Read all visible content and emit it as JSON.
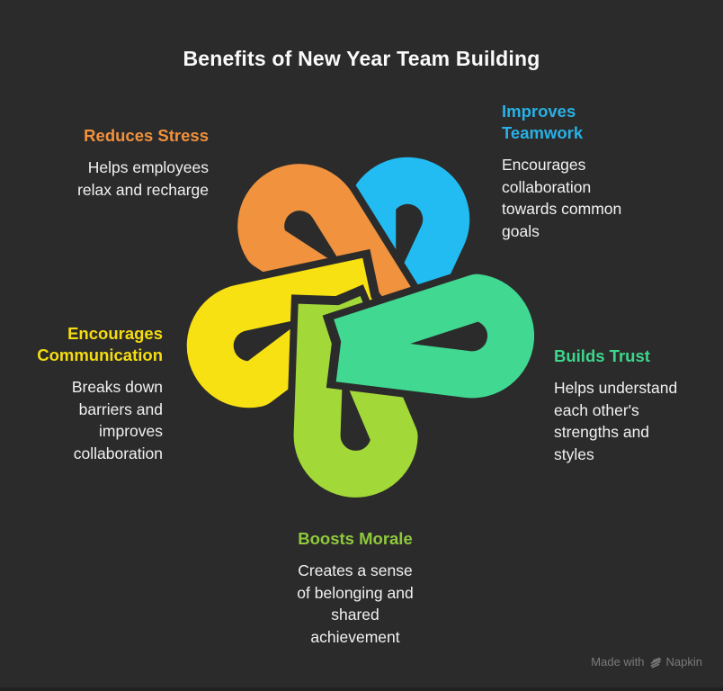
{
  "title": "Benefits of New Year Team Building",
  "colors": {
    "background": "#2B2B2B",
    "title_text": "#FAFAFA",
    "body_text": "#F1F1F1",
    "watermark": "#7B7B7B",
    "bottom_edge": "#212121"
  },
  "benefits": [
    {
      "id": "reduces-stress",
      "label": "Reduces Stress",
      "description": "Helps employees\nrelax and recharge",
      "color": "#F1913C",
      "position": "top-left"
    },
    {
      "id": "improves-teamwork",
      "label": "Improves\nTeamwork",
      "description": "Encourages\ncollaboration\ntowards common\ngoals",
      "color": "#28B1E6",
      "position": "top-right"
    },
    {
      "id": "builds-trust",
      "label": "Builds Trust",
      "description": "Helps understand\neach other's\nstrengths and\nstyles",
      "color": "#3DD68C",
      "position": "right"
    },
    {
      "id": "boosts-morale",
      "label": "Boosts Morale",
      "description": "Creates a sense\nof belonging and\nshared\nachievement",
      "color": "#8FC93C",
      "position": "bottom"
    },
    {
      "id": "encourages-communication",
      "label": "Encourages\nCommunication",
      "description": "Breaks down\nbarriers and\nimproves\ncollaboration",
      "color": "#F5DC12",
      "position": "left"
    }
  ],
  "knot": {
    "loops": [
      {
        "benefit": "improves-teamwork",
        "color": "#22BCF2",
        "angle": 25
      },
      {
        "benefit": "reduces-stress",
        "color": "#F0923E",
        "angle": -32
      },
      {
        "benefit": "encourages-communication",
        "color": "#F8E112",
        "angle": 258
      },
      {
        "benefit": "boosts-morale",
        "color": "#A2D838",
        "angle": 182
      },
      {
        "benefit": "builds-trust",
        "color": "#41D992",
        "angle": 97
      }
    ]
  },
  "watermark": {
    "text_prefix": "Made with",
    "brand": "Napkin"
  }
}
